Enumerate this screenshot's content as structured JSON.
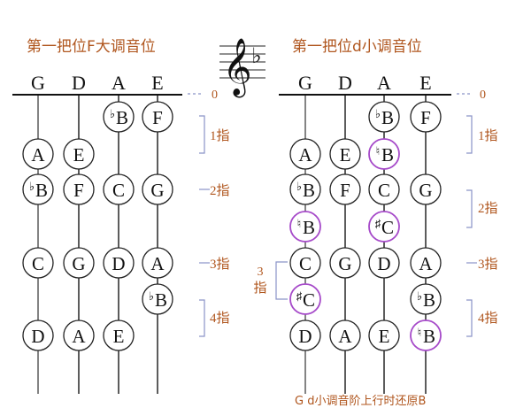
{
  "left_diagram": {
    "title": "第一把位F大调音位",
    "strings": [
      "G",
      "D",
      "A",
      "E"
    ],
    "open_label": "0",
    "finger_labels": [
      "1指",
      "2指",
      "3指",
      "4指"
    ],
    "notes": [
      {
        "string": 3,
        "finger": 1,
        "text": "F",
        "accidental": "",
        "highlight": false
      },
      {
        "string": 2,
        "finger": 1,
        "text": "B",
        "accidental": "♭",
        "highlight": false
      },
      {
        "string": 0,
        "finger": 1.5,
        "text": "A",
        "accidental": "",
        "highlight": false
      },
      {
        "string": 1,
        "finger": 1.5,
        "text": "E",
        "accidental": "",
        "highlight": false
      },
      {
        "string": 0,
        "finger": 2,
        "text": "B",
        "accidental": "♭",
        "highlight": false
      },
      {
        "string": 1,
        "finger": 2,
        "text": "F",
        "accidental": "",
        "highlight": false
      },
      {
        "string": 2,
        "finger": 2,
        "text": "C",
        "accidental": "",
        "highlight": false
      },
      {
        "string": 3,
        "finger": 2,
        "text": "G",
        "accidental": "",
        "highlight": false
      },
      {
        "string": 0,
        "finger": 3,
        "text": "C",
        "accidental": "",
        "highlight": false
      },
      {
        "string": 1,
        "finger": 3,
        "text": "G",
        "accidental": "",
        "highlight": false
      },
      {
        "string": 2,
        "finger": 3,
        "text": "D",
        "accidental": "",
        "highlight": false
      },
      {
        "string": 3,
        "finger": 3,
        "text": "A",
        "accidental": "",
        "highlight": false
      },
      {
        "string": 3,
        "finger": 3.5,
        "text": "B",
        "accidental": "♭",
        "highlight": false
      },
      {
        "string": 0,
        "finger": 4,
        "text": "D",
        "accidental": "",
        "highlight": false
      },
      {
        "string": 1,
        "finger": 4,
        "text": "A",
        "accidental": "",
        "highlight": false
      },
      {
        "string": 2,
        "finger": 4,
        "text": "E",
        "accidental": "",
        "highlight": false
      }
    ]
  },
  "right_diagram": {
    "title": "第一把位d小调音位",
    "strings": [
      "G",
      "D",
      "A",
      "E"
    ],
    "open_label": "0",
    "finger_labels": [
      "1指",
      "2指",
      "3指",
      "4指"
    ],
    "side_label_number": "3",
    "side_label_text": "指",
    "notes": [
      {
        "string": 2,
        "finger": 1,
        "text": "B",
        "accidental": "♭",
        "highlight": false
      },
      {
        "string": 3,
        "finger": 1,
        "text": "F",
        "accidental": "",
        "highlight": false
      },
      {
        "string": 0,
        "finger": 1.5,
        "text": "A",
        "accidental": "",
        "highlight": false
      },
      {
        "string": 1,
        "finger": 1.5,
        "text": "E",
        "accidental": "",
        "highlight": false
      },
      {
        "string": 2,
        "finger": 1.5,
        "text": "B",
        "accidental": "♮",
        "highlight": true
      },
      {
        "string": 0,
        "finger": 2,
        "text": "B",
        "accidental": "♭",
        "highlight": false
      },
      {
        "string": 1,
        "finger": 2,
        "text": "F",
        "accidental": "",
        "highlight": false
      },
      {
        "string": 2,
        "finger": 2,
        "text": "C",
        "accidental": "",
        "highlight": false
      },
      {
        "string": 3,
        "finger": 2,
        "text": "G",
        "accidental": "",
        "highlight": false
      },
      {
        "string": 0,
        "finger": 2.5,
        "text": "B",
        "accidental": "♮",
        "highlight": true
      },
      {
        "string": 2,
        "finger": 2.5,
        "text": "C",
        "accidental": "♯",
        "highlight": true
      },
      {
        "string": 0,
        "finger": 3,
        "text": "C",
        "accidental": "",
        "highlight": false
      },
      {
        "string": 1,
        "finger": 3,
        "text": "G",
        "accidental": "",
        "highlight": false
      },
      {
        "string": 2,
        "finger": 3,
        "text": "D",
        "accidental": "",
        "highlight": false
      },
      {
        "string": 3,
        "finger": 3,
        "text": "A",
        "accidental": "",
        "highlight": false
      },
      {
        "string": 0,
        "finger": 3.5,
        "text": "C",
        "accidental": "♯",
        "highlight": true
      },
      {
        "string": 3,
        "finger": 3.5,
        "text": "B",
        "accidental": "♭",
        "highlight": false
      },
      {
        "string": 0,
        "finger": 4,
        "text": "D",
        "accidental": "",
        "highlight": false
      },
      {
        "string": 1,
        "finger": 4,
        "text": "A",
        "accidental": "",
        "highlight": false
      },
      {
        "string": 2,
        "finger": 4,
        "text": "E",
        "accidental": "",
        "highlight": false
      },
      {
        "string": 3,
        "finger": 4,
        "text": "B",
        "accidental": "♮",
        "highlight": true
      }
    ]
  },
  "key_signature": {
    "clef": "𝄞",
    "accidental": "♭"
  },
  "footer_text": "G d小调音阶上行时还原B",
  "colors": {
    "title": "#b0561e",
    "label": "#b0561e",
    "bracket": "#8a93c8",
    "highlight": "#a64ac9",
    "line": "#333333",
    "circle": "#222222"
  }
}
